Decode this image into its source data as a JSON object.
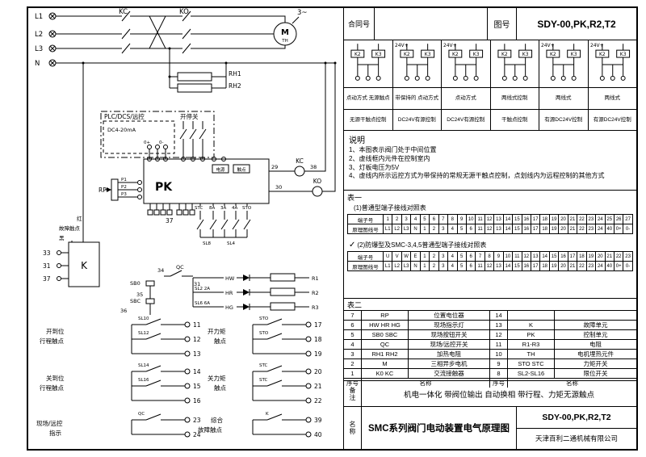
{
  "title_block": {
    "contract_label": "合同号",
    "drawing_no_label": "图号",
    "drawing_no": "SDY-00,PK,R2,T2"
  },
  "control_modes": [
    {
      "v": "",
      "k2": "K2",
      "k3": "K3",
      "cap1": "点动方式 无源触点",
      "cap2": "无源干触点控制"
    },
    {
      "v": "24V+",
      "k2": "K2",
      "k3": "K3",
      "cap1": "带保持的 点动方式",
      "cap2": "DC24V有源控制"
    },
    {
      "v": "24V+",
      "k2": "K2",
      "k3": "K3",
      "cap1": "点动方式",
      "cap2": "DC24V有源控制"
    },
    {
      "v": "",
      "k2": "K2",
      "k3": "K3",
      "cap1": "两线式控制",
      "cap2": "干触点控制"
    },
    {
      "v": "24V+",
      "k2": "K2",
      "k3": "K3",
      "cap1": "两线式",
      "cap2": "有源DC24V控制"
    },
    {
      "v": "24V+",
      "k2": "K2",
      "k3": "K3",
      "cap1": "两线式",
      "cap2": "有源DC24V控制"
    }
  ],
  "notes": {
    "title": "说明",
    "items": [
      "1、本图表示阀门处于中间位置",
      "2、虚线框内元件在控制室内",
      "3、灯板电压为5V",
      "4、虚线内所示远控方式为带保持的常规无源干触点控制，点划线内为远程控制的其他方式"
    ]
  },
  "table1": {
    "title": "表一",
    "sub1": "(1)普通型端子接线对照表",
    "check": "✓",
    "sub2": "(2)防爆型及SMC-3,4,5普通型端子接线对照表",
    "row_header1": "端子号",
    "row_header2": "原理图线号",
    "t1_terminals": [
      "1",
      "2",
      "3",
      "4",
      "5",
      "6",
      "7",
      "8",
      "9",
      "10",
      "11",
      "12",
      "13",
      "14",
      "15",
      "16",
      "17",
      "18",
      "19",
      "20",
      "21",
      "22",
      "23",
      "24",
      "25",
      "26",
      "27"
    ],
    "t1_wires": [
      "L1",
      "L2",
      "L3",
      "N",
      "1",
      "2",
      "3",
      "4",
      "5",
      "6",
      "11",
      "12",
      "13",
      "14",
      "15",
      "16",
      "17",
      "18",
      "19",
      "20",
      "21",
      "22",
      "23",
      "24",
      "40",
      "0+",
      "0-"
    ],
    "t2_terminals": [
      "U",
      "V",
      "W",
      "E",
      "1",
      "2",
      "3",
      "4",
      "5",
      "6",
      "7",
      "8",
      "9",
      "10",
      "11",
      "12",
      "13",
      "14",
      "15",
      "16",
      "17",
      "18",
      "19",
      "20",
      "21",
      "22",
      "23"
    ],
    "t2_wires": [
      "L1",
      "L2",
      "L3",
      "N",
      "1",
      "2",
      "3",
      "4",
      "5",
      "6",
      "11",
      "12",
      "13",
      "14",
      "15",
      "16",
      "17",
      "18",
      "19",
      "20",
      "21",
      "22",
      "23",
      "24",
      "40",
      "0+",
      "0-"
    ]
  },
  "table2": {
    "title": "表二",
    "rows": [
      [
        "7",
        "RP",
        "位置电位器",
        "14",
        "",
        ""
      ],
      [
        "6",
        "HW HR HG",
        "现场指示灯",
        "13",
        "K",
        "故障单元"
      ],
      [
        "5",
        "SB0 SBC",
        "现场按钮开关",
        "12",
        "PK",
        "控制单元"
      ],
      [
        "4",
        "QC",
        "现场/远控开关",
        "11",
        "R1-R3",
        "电阻"
      ],
      [
        "3",
        "RH1 RH2",
        "加热电阻",
        "10",
        "TH",
        "电机埋热元件"
      ],
      [
        "2",
        "M",
        "三相异步电机",
        "9",
        "STO STC",
        "力矩开关"
      ],
      [
        "1",
        "K0 KC",
        "交流接触器",
        "8",
        "SL2-SL16",
        "限位开关"
      ]
    ],
    "footer": [
      "序号",
      "名称",
      "序号",
      "名称"
    ]
  },
  "footer": {
    "remark_label": "备注",
    "remark": "机电一体化 带阀位输出 自动换相 带行程、力矩无源触点",
    "name_label": "名称",
    "name": "SMC系列阀门电动装置电气原理图",
    "doc_no": "SDY-00,PK,R2,T2",
    "company": "天津百利二通机械有限公司"
  },
  "schematic": {
    "l1": "L1",
    "l2": "L2",
    "l3": "L3",
    "n": "N",
    "kc": "KC",
    "ko": "KO",
    "motor": "M",
    "phase": "3~",
    "th": "TH",
    "rh1": "RH1",
    "rh2": "RH2",
    "plc": "PLC/DCS/远控",
    "dc": "DC4-20mA",
    "zp": "0+",
    "zm": "0-",
    "oc": "开停关",
    "pk": "PK",
    "pwr": "电源",
    "cnt": "触点",
    "n29": "29",
    "n38": "38",
    "n30": "30",
    "rp": "RP",
    "p1": "P1",
    "p2": "P2",
    "p3": "P3",
    "n37": "37",
    "swrow": [
      "STC",
      "8A",
      "3A",
      "4A",
      "STO"
    ],
    "sl8": "SL8",
    "sl4": "SL4",
    "n34": "34",
    "qc": "QC",
    "n31": "31",
    "sb0": "SB0",
    "n35": "35",
    "sbc": "SBC",
    "n36": "36",
    "red": "红",
    "fault": "故障触点",
    "black": "黑",
    "k": "K",
    "n33": "33",
    "n31b": "31",
    "n37b": "37",
    "lamps": [
      {
        "pre": "",
        "lamp": "HW",
        "res": "R1"
      },
      {
        "pre": "SL2 2A",
        "lamp": "HR",
        "res": "R2"
      },
      {
        "pre": "SL6 6A",
        "lamp": "HG",
        "res": "R3"
      }
    ],
    "gl": [
      {
        "l1": "开到位",
        "l2": "行程触点",
        "s1": "SL10",
        "s2": "SL12",
        "t1": "11",
        "t2": "12",
        "t3": "13"
      },
      {
        "l1": "关到位",
        "l2": "行程触点",
        "s1": "SL14",
        "s2": "SL16",
        "t1": "14",
        "t2": "15",
        "t3": "16"
      },
      {
        "l1": "现场/远控",
        "l2": "指示",
        "s1": "QC",
        "t1": "23",
        "t2": "24"
      }
    ],
    "gr": [
      {
        "l1": "开力矩",
        "l2": "触点",
        "s1": "STO",
        "s2": "STO",
        "t1": "17",
        "t2": "18",
        "t3": "19"
      },
      {
        "l1": "关力矩",
        "l2": "触点",
        "s1": "STC",
        "s2": "STC",
        "t1": "20",
        "t2": "21",
        "t3": "22"
      },
      {
        "l1": "综合",
        "l2": "故障触点",
        "s1": "K",
        "t1": "39",
        "t2": "40"
      }
    ]
  }
}
